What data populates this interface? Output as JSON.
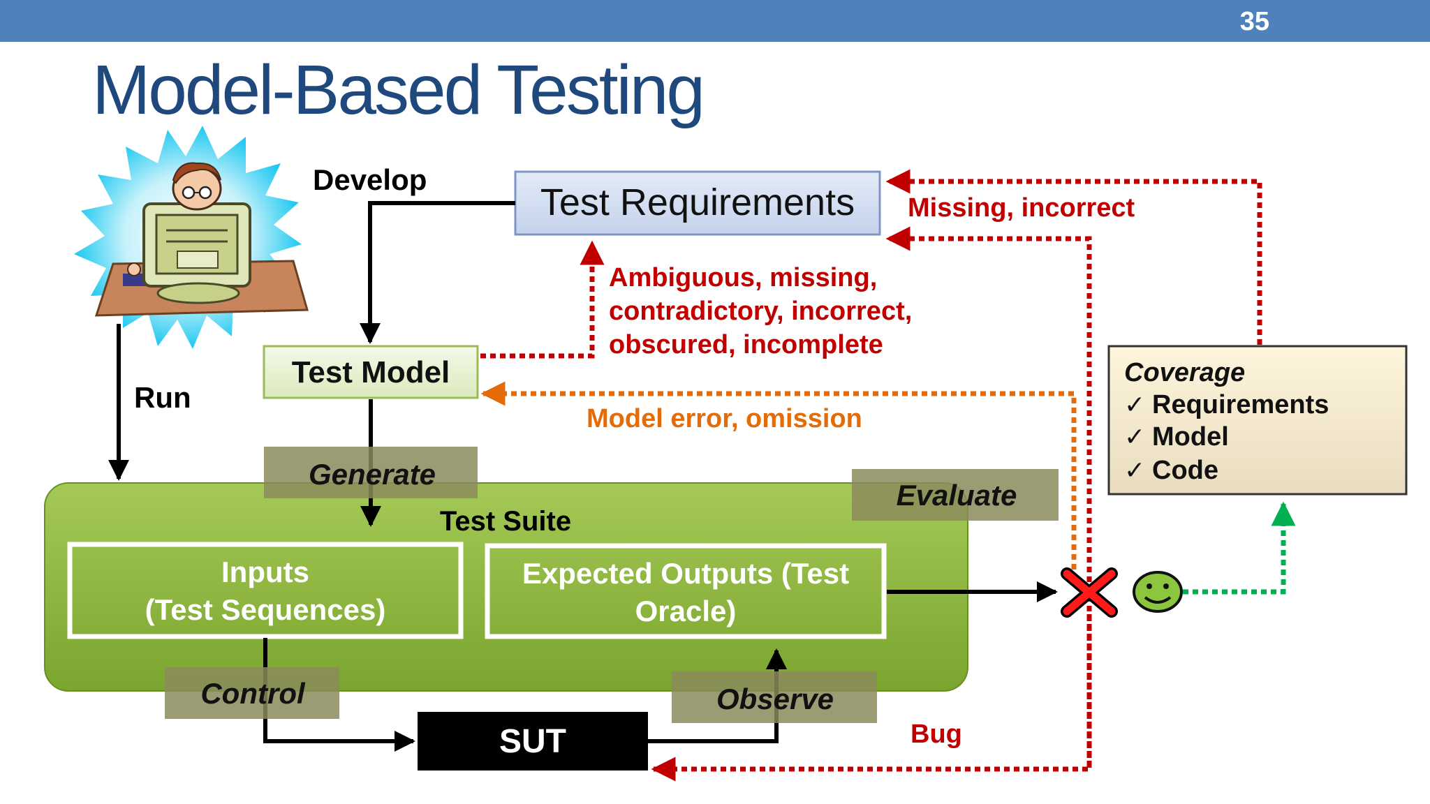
{
  "slide": {
    "number": "35",
    "title": "Model-Based Testing"
  },
  "diagram": {
    "develop": "Develop",
    "run": "Run",
    "test_requirements": "Test Requirements",
    "test_model": "Test Model",
    "generate": "Generate",
    "test_suite": "Test Suite",
    "inputs": [
      "Inputs",
      "(Test Sequences)"
    ],
    "expected_outputs": [
      "Expected Outputs (Test",
      "Oracle)"
    ],
    "evaluate": "Evaluate",
    "control": "Control",
    "observe": "Observe",
    "sut": "SUT",
    "missing_incorrect": "Missing, incorrect",
    "ambiguous": [
      "Ambiguous, missing,",
      "contradictory, incorrect,",
      "obscured, incomplete"
    ],
    "model_error": "Model error, omission",
    "bug": "Bug",
    "coverage": {
      "title": "Coverage",
      "items": [
        "Requirements",
        "Model",
        "Code"
      ],
      "check": "✓"
    }
  },
  "colors": {
    "header_bar": "#4f81bd",
    "title": "#1f497d",
    "red_feedback": "#c00000",
    "orange_feedback": "#e36c09",
    "green_feedback": "#00b050",
    "suite_green": "#8cb43c",
    "label_olive": "#8b8b5c"
  }
}
